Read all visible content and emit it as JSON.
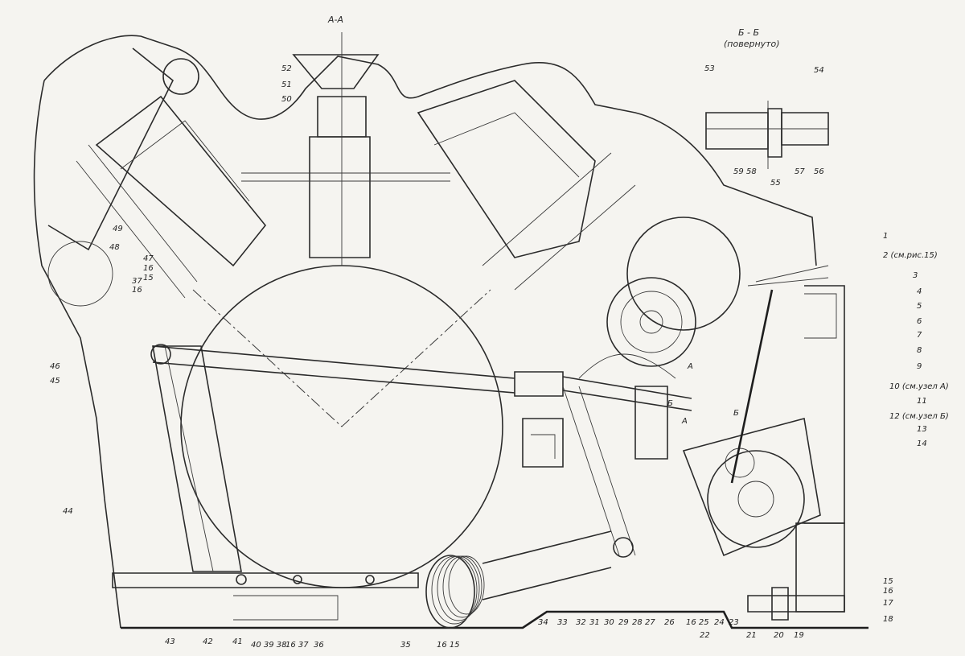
{
  "section_main": "А-А",
  "section_inset": {
    "title": "Б - Б",
    "subtitle": "(повернуто)"
  },
  "labels": {
    "n1": "1",
    "n2": "2 (см.рис.15)",
    "n3": "3",
    "n4": "4",
    "n5": "5",
    "n6": "6",
    "n7": "7",
    "n8": "8",
    "n9": "9",
    "n10": "10 (см.узел А)",
    "n11": "11",
    "n12": "12 (см.узел Б)",
    "n13": "13",
    "n14": "14",
    "n15a": "15",
    "n16a": "16",
    "n17": "17",
    "n18": "18",
    "n19": "19",
    "n20": "20",
    "n21": "21",
    "n22": "22",
    "n23": "23",
    "n24": "24",
    "n1625": "16 25",
    "n26": "26",
    "n27": "27",
    "n28": "28",
    "n29": "29",
    "n30": "30",
    "n31": "31",
    "n32": "32",
    "n33": "33",
    "n34": "34",
    "n35": "35",
    "n1615": "16 15",
    "n36": "36",
    "n1637": "16 37",
    "n403938": "40 39 38",
    "n41": "41",
    "n42": "42",
    "n43": "43",
    "n44": "44",
    "n45": "45",
    "n46": "46",
    "n47": "47",
    "n16b": "16",
    "n15b": "15",
    "n37b": "37",
    "n16c": "16",
    "n48": "48",
    "n49": "49",
    "n50": "50",
    "n51": "51",
    "n52": "52",
    "n53": "53",
    "n54": "54",
    "n55": "55",
    "n56": "56",
    "n57": "57",
    "n58": "58",
    "n59": "59",
    "markA1": "А",
    "markA2": "А",
    "markB1": "Б",
    "markB2": "Б"
  }
}
